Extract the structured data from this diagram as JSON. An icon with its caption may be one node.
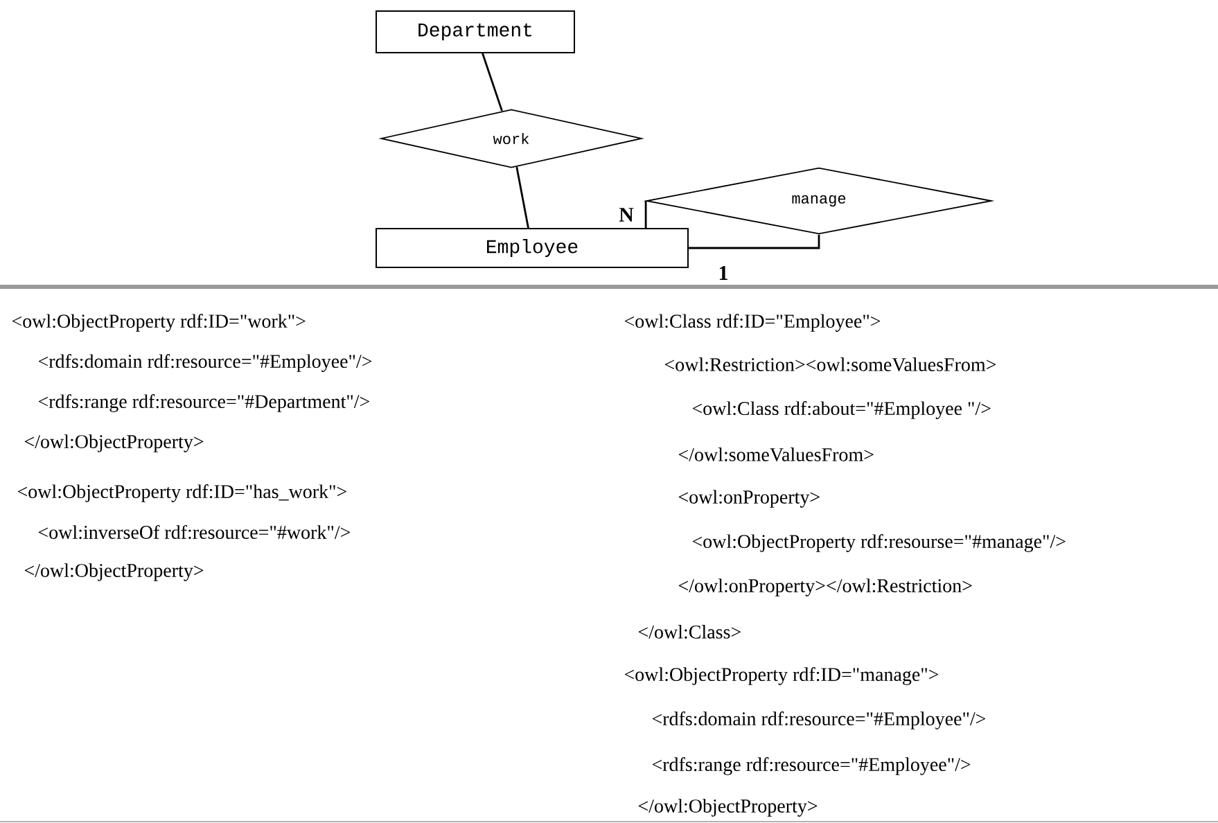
{
  "diagram": {
    "nodes": [
      {
        "text": [
          "Department"
        ]
      },
      {
        "text": [
          "work"
        ]
      },
      {
        "text": [
          "Employee"
        ]
      },
      {
        "text": [
          "manage"
        ]
      }
    ],
    "edges": [
      {
        "from": 0,
        "to": 1,
        "arrow": "none"
      },
      {
        "from": 1,
        "to": 2,
        "arrow": "none"
      },
      {
        "from": 3,
        "to": 2,
        "arrow": "none",
        "label": "N"
      },
      {
        "from": 3,
        "to": 2,
        "arrow": "none",
        "label": "1"
      }
    ],
    "labels": [
      "<owl:ObjectProperty rdf:ID=\"work\">",
      "<rdfs:domain rdf:resource=\"#Employee\"/>",
      "<rdfs:range rdf:resource=\"#Department\"/>",
      "</owl:ObjectProperty>",
      "<owl:ObjectProperty rdf:ID=\"has_work\">",
      "<owl:inverseOf rdf:resource=\"#work\"/>",
      "</owl:ObjectProperty>",
      "<owl:Class rdf:ID=\"Employee\">",
      "<owl:Restriction><owl:someValuesFrom>",
      "<owl:Class rdf:about=\"#Employee \"/>",
      "</owl:someValuesFrom>",
      "<owl:onProperty>",
      "<owl:ObjectProperty rdf:resourse=\"#manage\"/>",
      "</owl:onProperty></owl:Restriction>",
      "</owl:Class>",
      "<owl:ObjectProperty rdf:ID=\"manage\">",
      "<rdfs:domain rdf:resource=\"#Employee\"/>",
      "<rdfs:range rdf:resource=\"#Employee\"/>",
      "</owl:ObjectProperty>"
    ]
  }
}
